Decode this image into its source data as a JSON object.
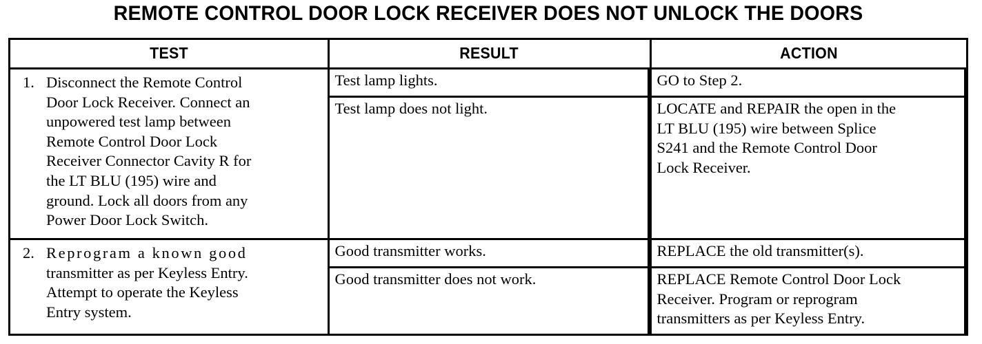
{
  "document": {
    "title": "REMOTE CONTROL DOOR LOCK RECEIVER DOES NOT UNLOCK THE DOORS"
  },
  "table": {
    "headers": {
      "test": "TEST",
      "result": "RESULT",
      "action": "ACTION"
    },
    "rows": [
      {
        "step_number": "1.",
        "test_text": "Disconnect the Remote Control Door Lock Receiver. Connect an unpowered test lamp between Remote Control Door Lock Receiver Connector Cavity R for the LT BLU (195) wire and ground. Lock all doors from any Power Door Lock Switch.",
        "test_lines": [
          "Disconnect  the  Remote  Control",
          "Door Lock Receiver. Connect an",
          "unpowered  test  lamp  between",
          "Remote  Control  Door  Lock",
          "Receiver Connector Cavity R for",
          "the  LT  BLU  (195)  wire  and",
          "ground. Lock all doors from any",
          "Power Door Lock Switch."
        ],
        "outcomes": [
          {
            "result": "Test lamp lights.",
            "result_lines": [
              "Test lamp lights."
            ],
            "action": "GO to Step 2.",
            "action_lines": [
              "GO to Step 2."
            ]
          },
          {
            "result": "Test lamp does not light.",
            "result_lines": [
              "Test lamp does not light."
            ],
            "action": "LOCATE and REPAIR the open in the LT BLU (195) wire between Splice S241 and the Remote Control Door Lock Receiver.",
            "action_lines": [
              "LOCATE and REPAIR the open in the",
              "LT BLU (195) wire between Splice",
              "S241 and the Remote Control Door",
              "Lock Receiver."
            ]
          }
        ]
      },
      {
        "step_number": "2.",
        "test_text": "Reprogram a known good transmitter as per Keyless Entry. Attempt to operate the Keyless Entry system.",
        "test_lines": [
          "Reprogram a known good",
          "transmitter as per Keyless Entry.",
          "Attempt to operate the Keyless",
          "Entry system."
        ],
        "outcomes": [
          {
            "result": "Good transmitter works.",
            "result_lines": [
              "Good transmitter works."
            ],
            "action": "REPLACE the old transmitter(s).",
            "action_lines": [
              "REPLACE the old transmitter(s)."
            ]
          },
          {
            "result": "Good transmitter does not work.",
            "result_lines": [
              "Good transmitter does not work."
            ],
            "action": "REPLACE Remote Control Door Lock Receiver. Program or reprogram transmitters as per Keyless Entry.",
            "action_lines": [
              "REPLACE Remote Control Door Lock",
              "Receiver. Program or reprogram",
              "transmitters as per Keyless Entry."
            ]
          }
        ]
      }
    ]
  }
}
